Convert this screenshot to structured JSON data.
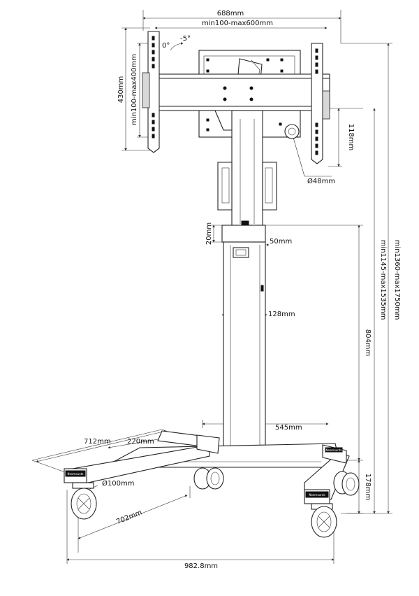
{
  "diagram": {
    "angles": {
      "zero": "0°",
      "tilt": "-5°"
    },
    "dimensions": {
      "width_688": "688mm",
      "vesa_width": "min100-max600mm",
      "height_430": "430mm",
      "vesa_height": "min100-max400mm",
      "d118": "118mm",
      "pole_dia": "Ø48mm",
      "d20": "20mm",
      "d50": "50mm",
      "d128": "128mm",
      "d804": "804mm",
      "total_height": "min1360-max1750mm",
      "center_height": "min1145-max1535mm",
      "d545": "545mm",
      "d712": "712mm",
      "d220": "220mm",
      "d178": "178mm",
      "caster": "Ø100mm",
      "d702": "702mm",
      "base_width": "982.8mm"
    },
    "brand_labels": [
      "Neomounts",
      "Neomounts",
      "Neomounts"
    ]
  }
}
